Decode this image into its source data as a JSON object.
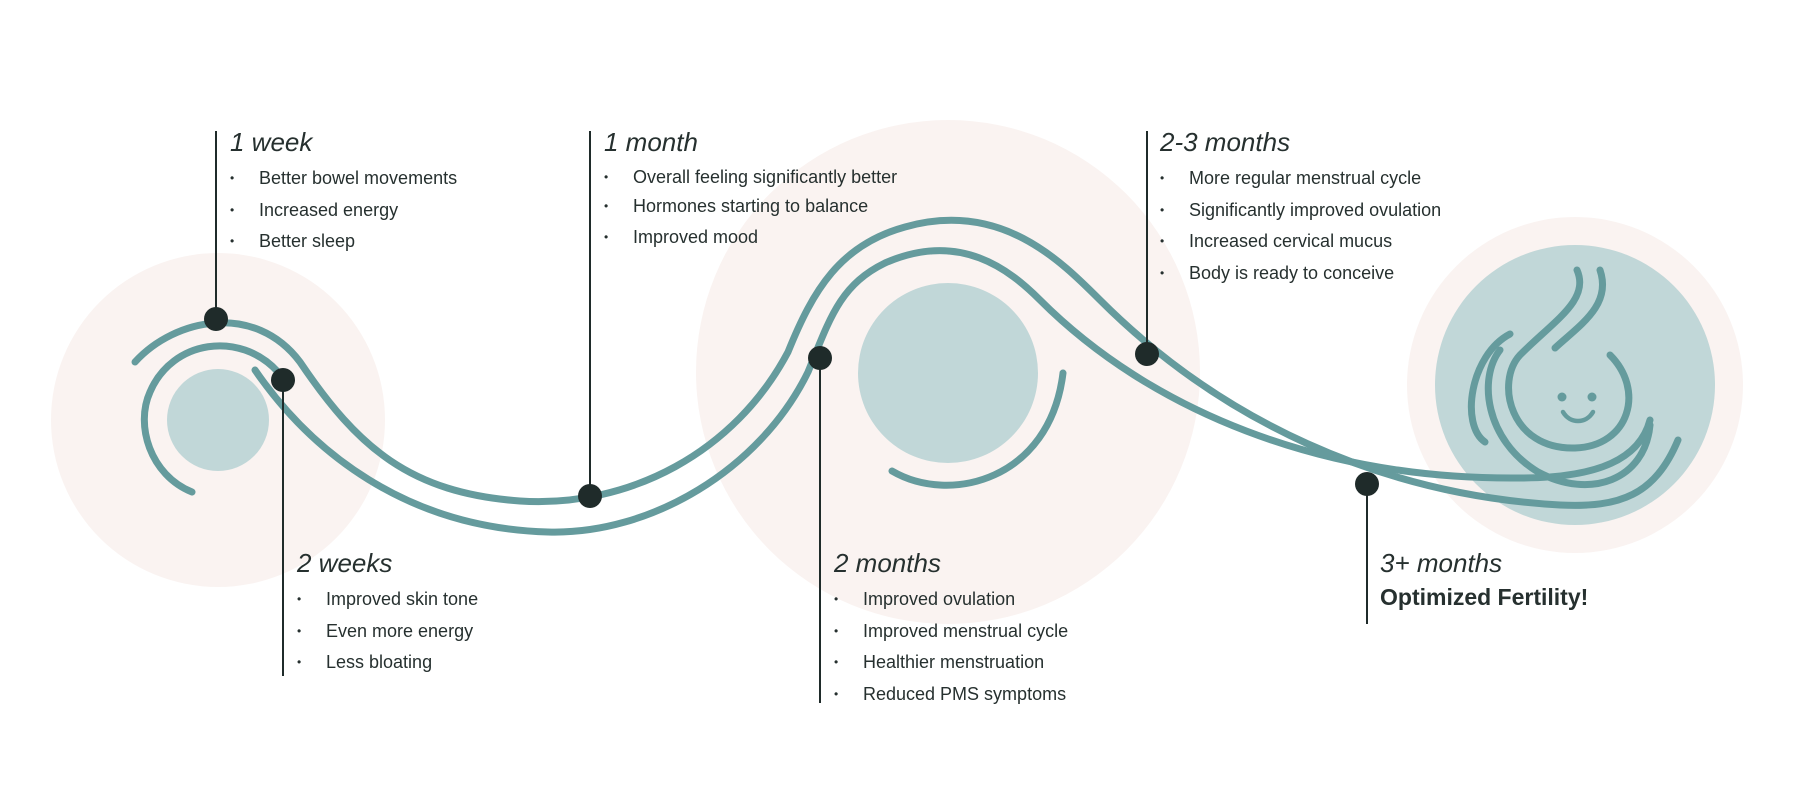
{
  "colors": {
    "blush": "#faf3f1",
    "teal_fill": "#c1d7d8",
    "teal_stroke": "#659b9d",
    "dot": "#1f2b2a",
    "text": "#26302f"
  },
  "milestones": [
    {
      "title": "1 week",
      "items": [
        "Better bowel movements",
        "Increased energy",
        "Better sleep"
      ]
    },
    {
      "title": "2 weeks",
      "items": [
        "Improved skin tone",
        "Even more energy",
        "Less bloating"
      ]
    },
    {
      "title": "1 month",
      "items": [
        "Overall feeling significantly better",
        "Hormones starting to balance",
        "Improved mood"
      ]
    },
    {
      "title": "2 months",
      "items": [
        "Improved ovulation",
        "Improved menstrual cycle",
        "Healthier menstruation",
        "Reduced PMS symptoms"
      ]
    },
    {
      "title": "2-3 months",
      "items": [
        "More regular menstrual cycle",
        "Significantly improved ovulation",
        "Increased cervical mucus",
        "Body is ready to conceive"
      ]
    },
    {
      "title": "3+ months",
      "subtitle": "Optimized Fertility!",
      "items": []
    }
  ],
  "icons": {
    "final": "smiling-drop-icon"
  }
}
